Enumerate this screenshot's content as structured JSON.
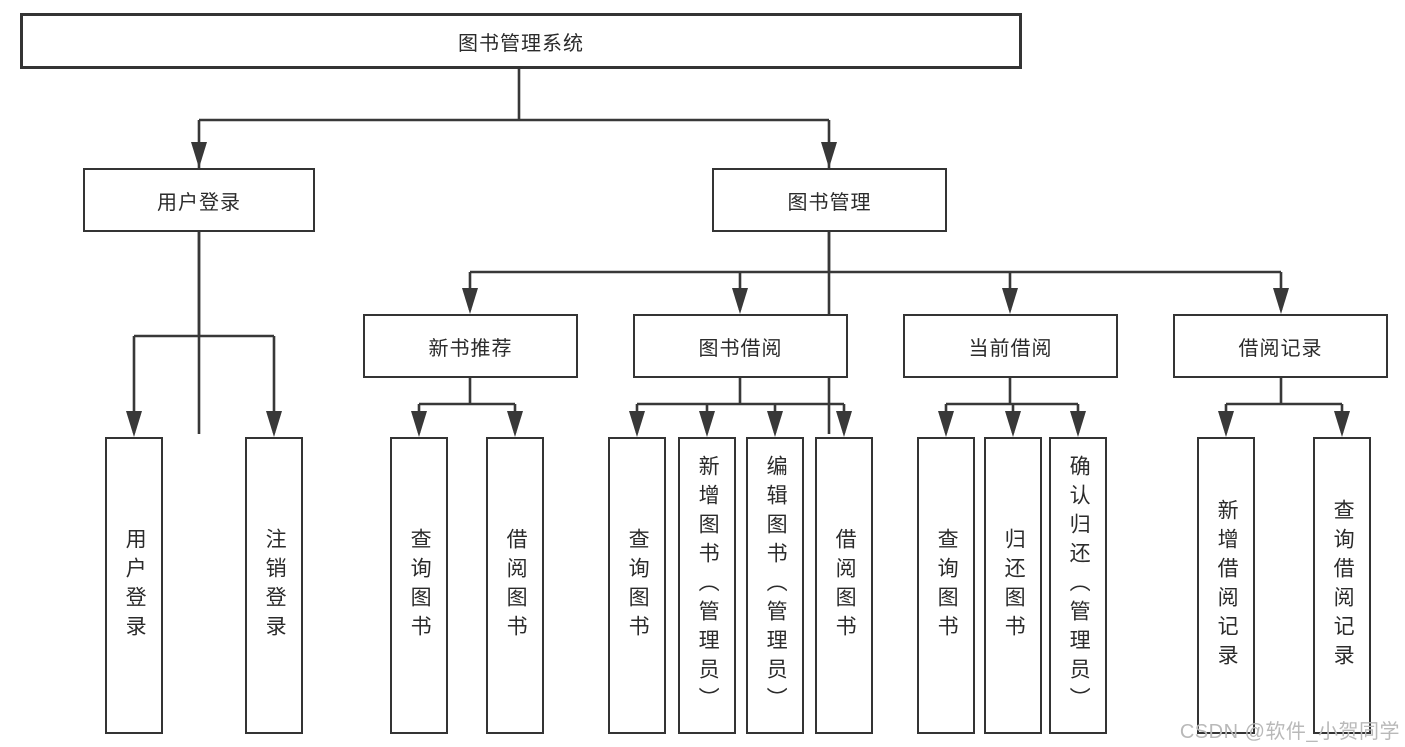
{
  "diagram": {
    "title_node": {
      "label": "图书管理系统"
    },
    "level2": [
      {
        "label": "用户登录"
      },
      {
        "label": "图书管理"
      }
    ],
    "level3": [
      {
        "label": "新书推荐"
      },
      {
        "label": "图书借阅"
      },
      {
        "label": "当前借阅"
      },
      {
        "label": "借阅记录"
      }
    ],
    "leaves": {
      "login": [
        {
          "label": "用户登录"
        },
        {
          "label": "注销登录"
        }
      ],
      "recommend": [
        {
          "label": "查询图书"
        },
        {
          "label": "借阅图书"
        }
      ],
      "borrow": [
        {
          "label": "查询图书"
        },
        {
          "label": "新增图书（管理员）"
        },
        {
          "label": "编辑图书（管理员）"
        },
        {
          "label": "借阅图书"
        }
      ],
      "current": [
        {
          "label": "查询图书"
        },
        {
          "label": "归还图书"
        },
        {
          "label": "确认归还（管理员）"
        }
      ],
      "records": [
        {
          "label": "新增借阅记录"
        },
        {
          "label": "查询借阅记录"
        }
      ]
    },
    "watermark": "CSDN @软件_小贺同学",
    "colors": {
      "line": "#383838",
      "box_border": "#343434",
      "box_fill": "#ffffff",
      "text": "#2b2b2b",
      "watermark": "#b9b9b9",
      "background": "#ffffff"
    }
  }
}
